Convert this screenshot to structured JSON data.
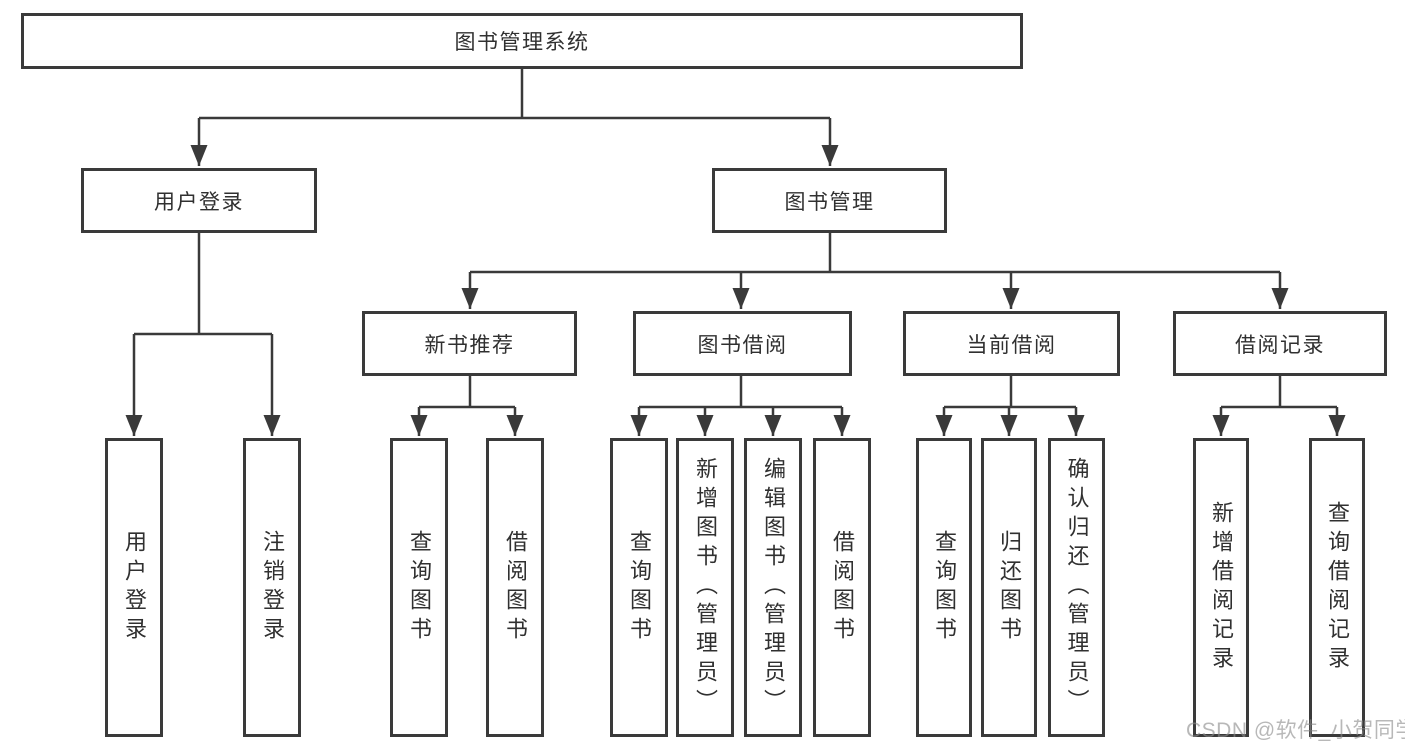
{
  "watermark": "CSDN @软件_小贺同学",
  "tree": {
    "root": {
      "label": "图书管理系统"
    },
    "branches": [
      {
        "label": "用户登录",
        "children": [
          {
            "label": "用户登录"
          },
          {
            "label": "注销登录"
          }
        ]
      },
      {
        "label": "图书管理",
        "children": [
          {
            "label": "新书推荐",
            "children": [
              {
                "label": "查询图书"
              },
              {
                "label": "借阅图书"
              }
            ]
          },
          {
            "label": "图书借阅",
            "children": [
              {
                "label": "查询图书"
              },
              {
                "label": "新增图书（管理员）"
              },
              {
                "label": "编辑图书（管理员）"
              },
              {
                "label": "借阅图书"
              }
            ]
          },
          {
            "label": "当前借阅",
            "children": [
              {
                "label": "查询图书"
              },
              {
                "label": "归还图书"
              },
              {
                "label": "确认归还（管理员）"
              }
            ]
          },
          {
            "label": "借阅记录",
            "children": [
              {
                "label": "新增借阅记录"
              },
              {
                "label": "查询借阅记录"
              }
            ]
          }
        ]
      }
    ]
  },
  "colors": {
    "line": "#3a3a3a",
    "box_border": "#3a3a3a",
    "text": "#303030",
    "watermark_gray": "#8c8c8c"
  }
}
